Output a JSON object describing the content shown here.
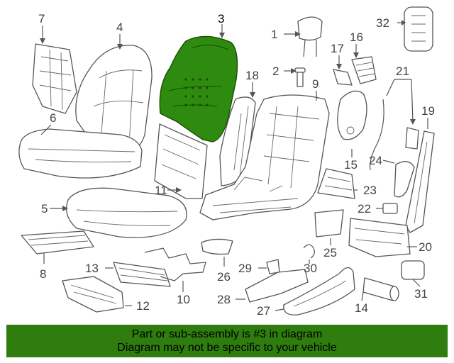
{
  "highlight": {
    "part_number": "3",
    "fill_color": "#2e8b0f"
  },
  "banner": {
    "line1": "Part or sub-assembly is #3 in diagram",
    "line2": "Diagram may not be specific to your vehicle",
    "background_color": "#2e7d0e"
  },
  "callouts": {
    "c1": "1",
    "c2": "2",
    "c3": "3",
    "c4": "4",
    "c5": "5",
    "c6": "6",
    "c7": "7",
    "c8": "8",
    "c9": "9",
    "c10": "10",
    "c11": "11",
    "c12": "12",
    "c13": "13",
    "c14": "14",
    "c15": "15",
    "c16": "16",
    "c17": "17",
    "c18": "18",
    "c19": "19",
    "c20": "20",
    "c21": "21",
    "c22": "22",
    "c23": "23",
    "c24": "24",
    "c25": "25",
    "c26": "26",
    "c27": "27",
    "c28": "28",
    "c29": "29",
    "c30": "30",
    "c31": "31",
    "c32": "32"
  }
}
